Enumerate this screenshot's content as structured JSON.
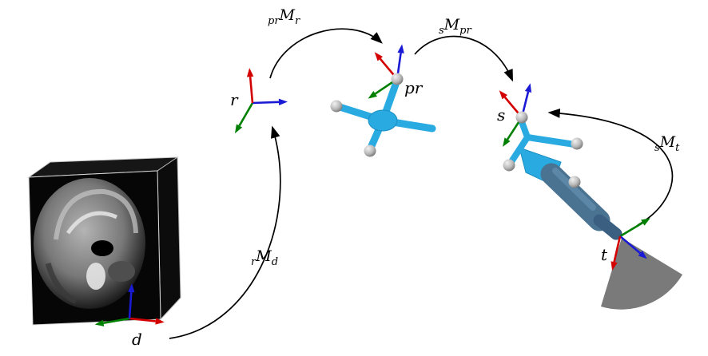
{
  "diagram": {
    "frames": {
      "d": "d",
      "r": "r",
      "pr": "pr",
      "s": "s",
      "t": "t"
    },
    "transforms": {
      "prMr": {
        "pre": "pr",
        "main": "M",
        "post": "r"
      },
      "sMpr": {
        "pre": "s",
        "main": "M",
        "post": "pr"
      },
      "sMt": {
        "pre": "s",
        "main": "M",
        "post": "t"
      },
      "rMd": {
        "pre": "r",
        "main": "M",
        "post": "d"
      }
    },
    "colors": {
      "axis_red": "#d40000",
      "axis_green": "#008000",
      "axis_blue": "#1a1ad4",
      "tool_cyan": "#29abe2",
      "probe_blue": "#4a7392",
      "fan_gray": "#7a7a7a",
      "marker_sphere": "#c8c8c8",
      "arrow_black": "#000000",
      "background": "#ffffff"
    }
  }
}
